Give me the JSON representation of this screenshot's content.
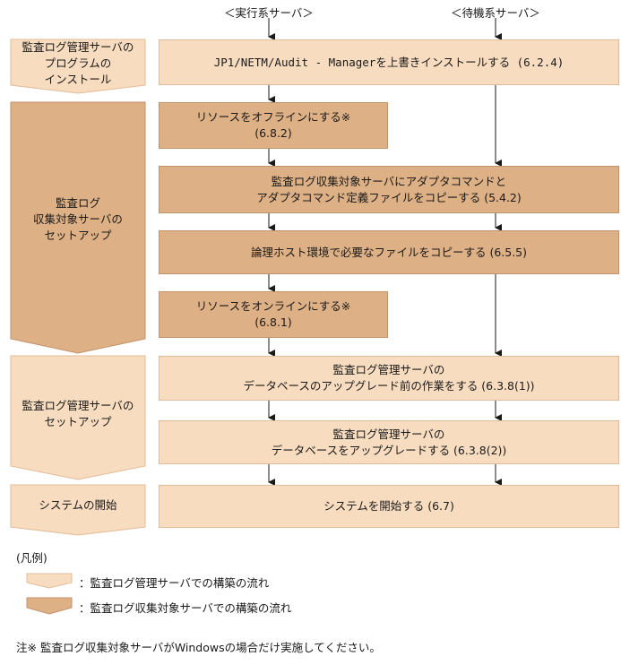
{
  "headers": {
    "active": "＜実行系サーバ＞",
    "standby": "＜待機系サーバ＞"
  },
  "phases": {
    "install_program": "監査ログ管理サーバの\nプログラムの\nインストール",
    "collector_setup": "監査ログ\n収集対象サーバの\nセットアップ",
    "manager_setup": "監査ログ管理サーバの\nセットアップ",
    "system_start": "システムの開始"
  },
  "steps": {
    "overwrite_install": "JP1/NETM/Audit - Managerを上書きインストールする (6.2.4)",
    "resource_offline": "リソースをオフラインにする※\n(6.8.2)",
    "copy_adapter": "監査ログ収集対象サーバにアダプタコマンドと\nアダプタコマンド定義ファイルをコピーする (5.4.2)",
    "copy_logical_host": "論理ホスト環境で必要なファイルをコピーする (6.5.5)",
    "resource_online": "リソースをオンラインにする※\n(6.8.1)",
    "pre_upgrade_work": "監査ログ管理サーバの\nデータベースのアップグレード前の作業をする (6.3.8(1))",
    "db_upgrade": "監査ログ管理サーバの\nデータベースをアップグレードする (6.3.8(2))",
    "start_system": "システムを開始する (6.7)"
  },
  "legend": {
    "title": "(凡例)",
    "manager_flow": "：監査ログ管理サーバでの構築の流れ",
    "collector_flow": "：監査ログ収集対象サーバでの構築の流れ"
  },
  "note": "注※  監査ログ収集対象サーバがWindowsの場合だけ実施してください。",
  "colors": {
    "light_fill": "#f8dcc0",
    "dark_fill": "#deb085",
    "line": "#1a1a1a"
  }
}
